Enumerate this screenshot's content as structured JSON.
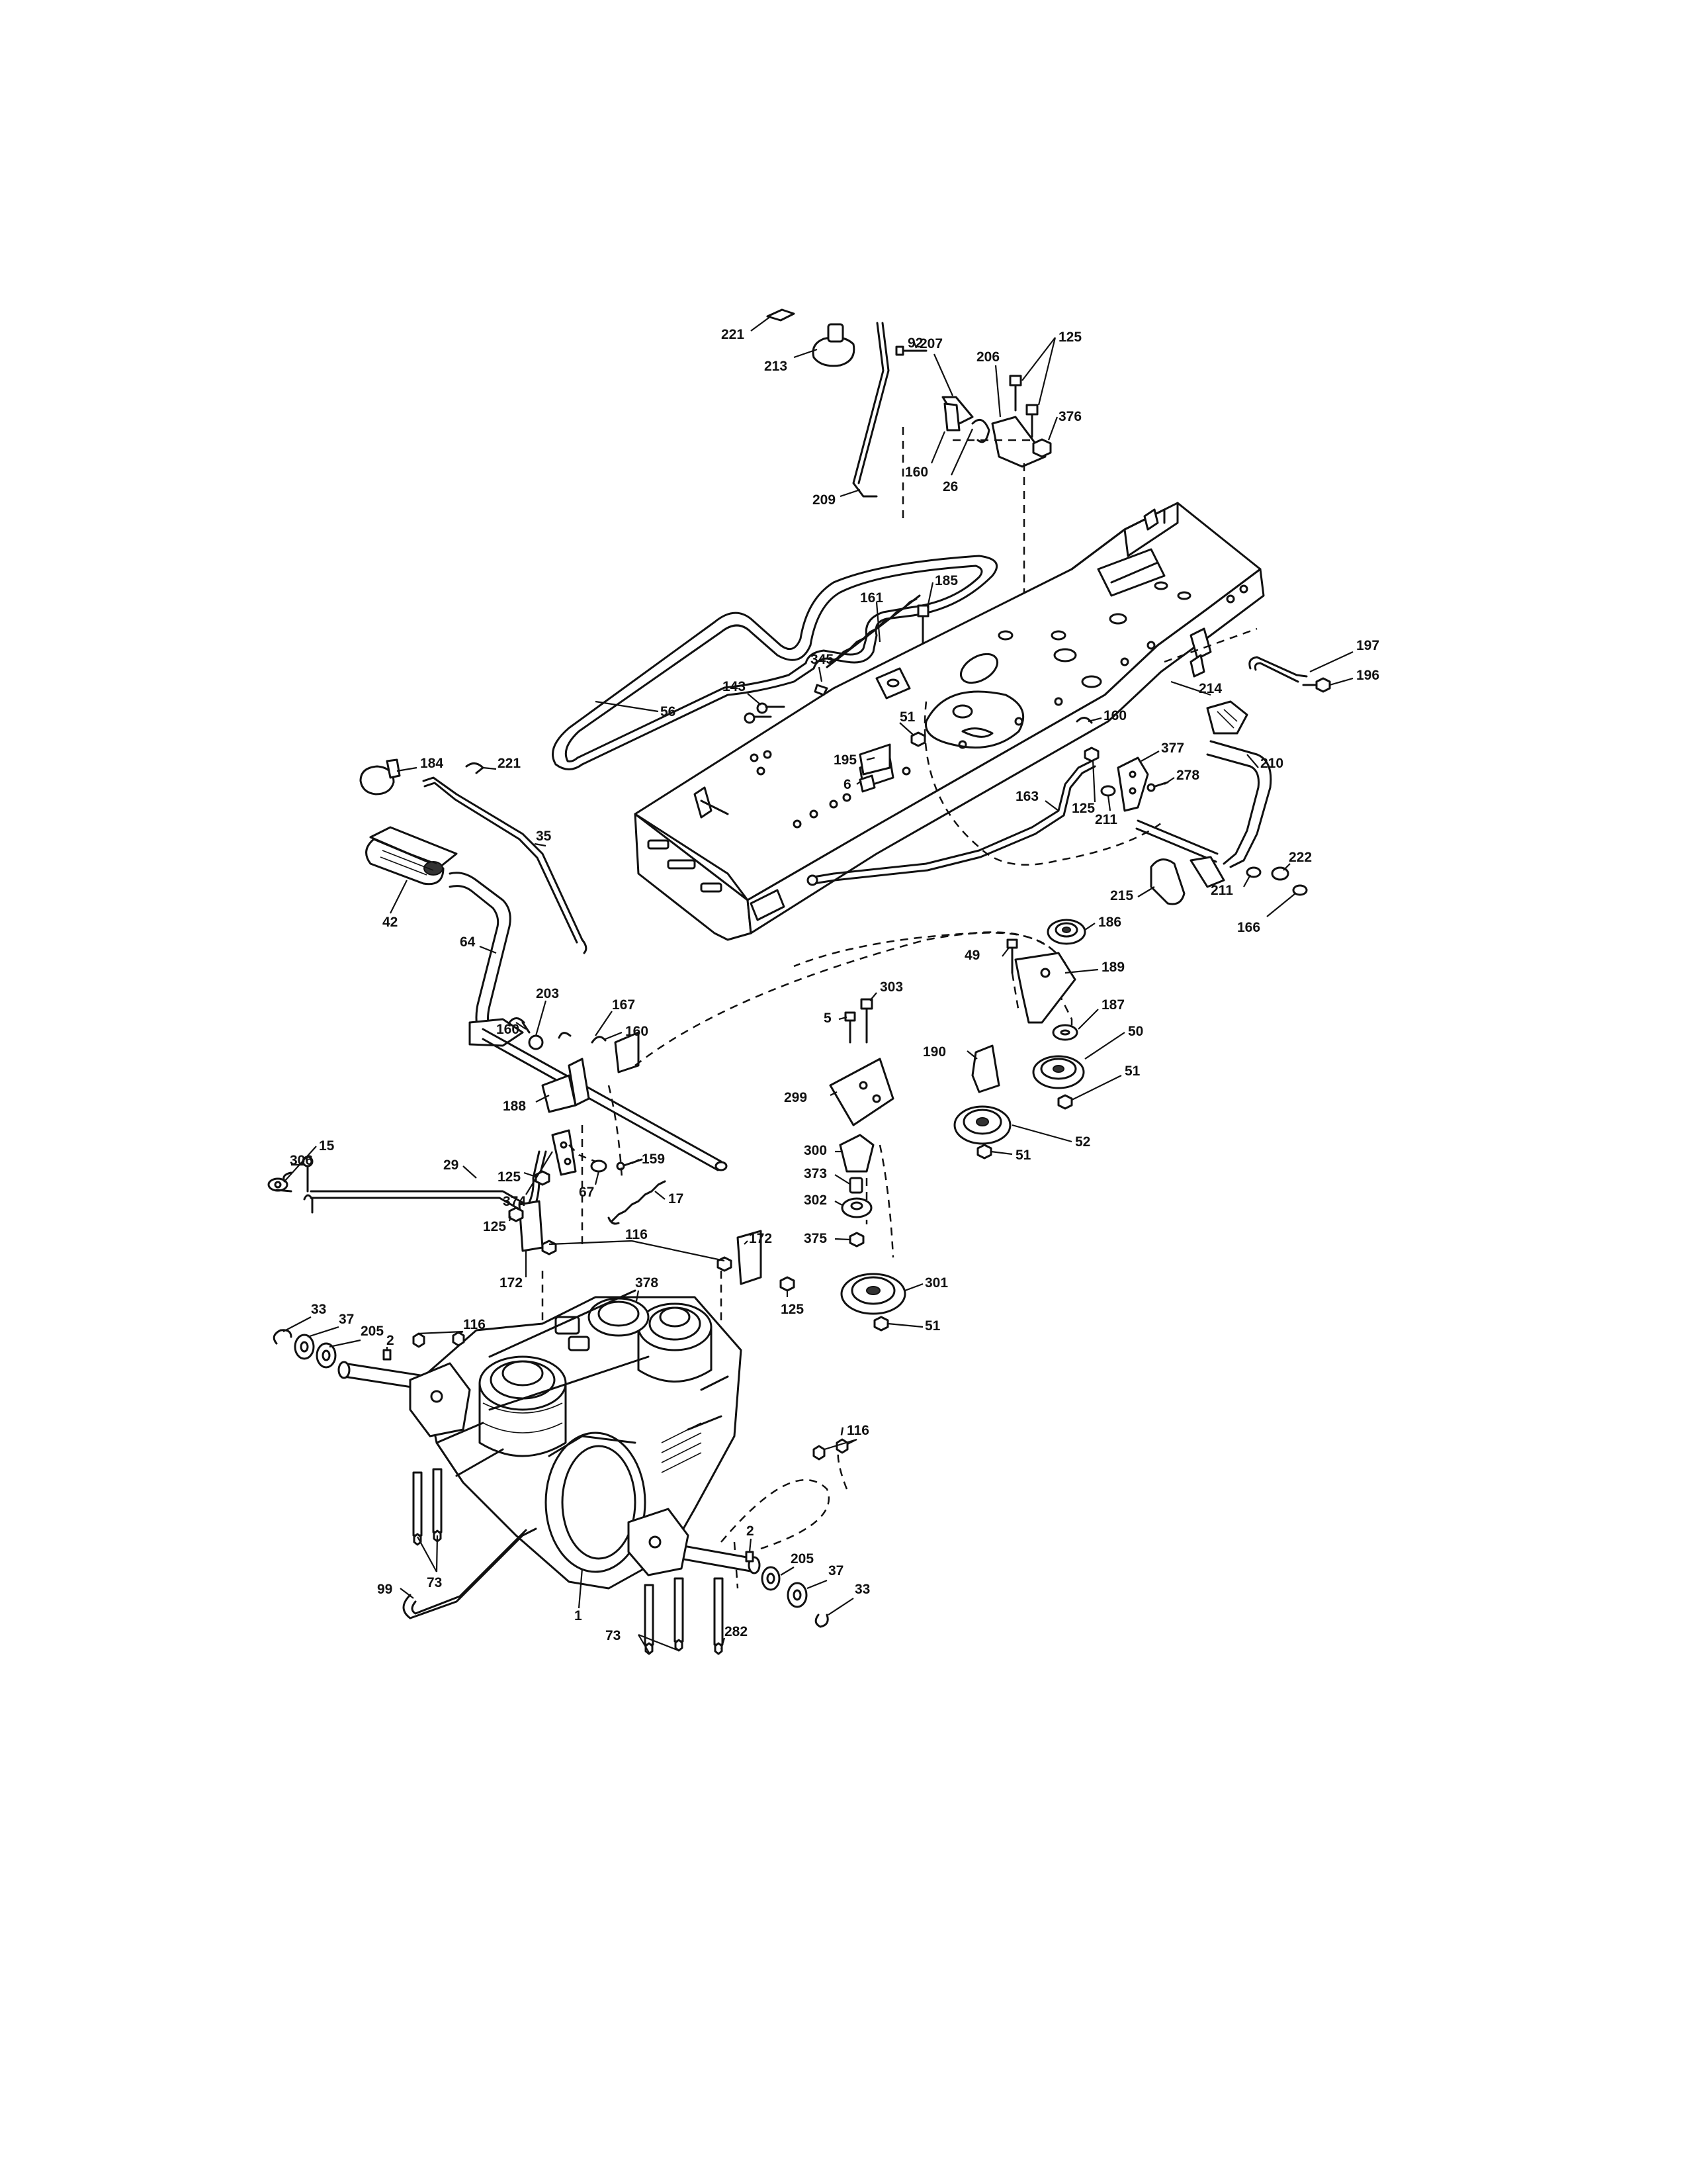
{
  "labels": {
    "l221_top": "221",
    "l213": "213",
    "l92": "92",
    "l207": "207",
    "l206": "206",
    "l125_top": "125",
    "l376": "376",
    "l160_top": "160",
    "l26": "26",
    "l209": "209",
    "l185": "185",
    "l161": "161",
    "l345": "345",
    "l143": "143",
    "l56": "56",
    "l51_a": "51",
    "l195": "195",
    "l6": "6",
    "l184": "184",
    "l221_mid": "221",
    "l35": "35",
    "l42": "42",
    "l64": "64",
    "l197": "197",
    "l196": "196",
    "l214": "214",
    "l160_right": "160",
    "l377": "377",
    "l210": "210",
    "l278": "278",
    "l163": "163",
    "l125_right": "125",
    "l211_a": "211",
    "l222": "222",
    "l211_b": "211",
    "l215": "215",
    "l166": "166",
    "l186": "186",
    "l49": "49",
    "l189": "189",
    "l303": "303",
    "l5": "5",
    "l187": "187",
    "l50": "50",
    "l190": "190",
    "l51_b": "51",
    "l299": "299",
    "l52": "52",
    "l51_c": "51",
    "l203": "203",
    "l160_mid": "160",
    "l167": "167",
    "l160_mid2": "160",
    "l188": "188",
    "l306": "306",
    "l15": "15",
    "l29": "29",
    "l125_mid": "125",
    "l374": "374",
    "l67": "67",
    "l159": "159",
    "l17": "17",
    "l300": "300",
    "l373": "373",
    "l302": "302",
    "l375": "375",
    "l125_low": "125",
    "l116_a": "116",
    "l172_a": "172",
    "l172_b": "172",
    "l125_low2": "125",
    "l378": "378",
    "l301": "301",
    "l51_d": "51",
    "l33_a": "33",
    "l37_a": "37",
    "l205_a": "205",
    "l2_a": "2",
    "l116_b": "116",
    "l116_c": "116",
    "l73_a": "73",
    "l99": "99",
    "l1": "1",
    "l2_b": "2",
    "l205_b": "205",
    "l37_b": "37",
    "l33_b": "33",
    "l73_b": "73",
    "l282": "282"
  }
}
